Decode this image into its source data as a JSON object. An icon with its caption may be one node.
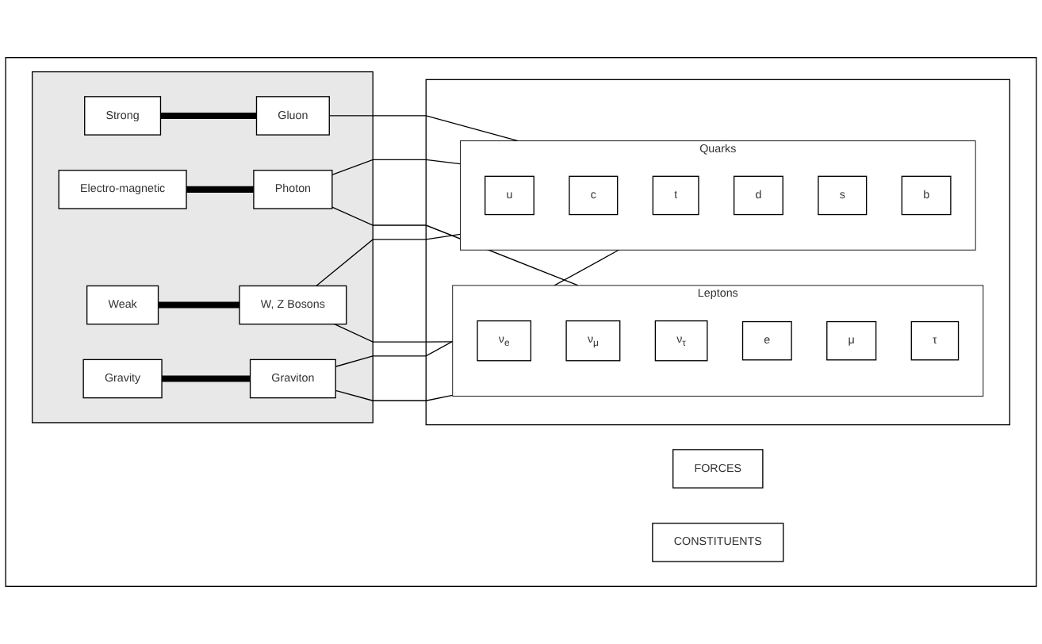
{
  "diagram": {
    "nodes": [
      {
        "text": [],
        "shape": "box"
      },
      {
        "text": [
          "FORCES"
        ],
        "in": 0
      },
      {
        "text": [
          "CONSTITUENTS"
        ],
        "in": 0
      },
      {
        "text": [],
        "shape": "box",
        "in": 0
      },
      {
        "text": [
          "Strong"
        ],
        "in": 3
      },
      {
        "text": [
          "Gluon"
        ],
        "in": 3
      },
      {
        "text": [
          "Electro-magnetic"
        ],
        "in": 3
      },
      {
        "text": [
          "Photon"
        ],
        "in": 3
      },
      {
        "text": [
          "Weak"
        ],
        "in": 3
      },
      {
        "text": [
          "W, Z Bosons"
        ],
        "in": 3
      },
      {
        "text": [
          "Gravity"
        ],
        "in": 3
      },
      {
        "text": [
          "Graviton"
        ],
        "in": 3
      },
      {
        "text": [],
        "shape": "box",
        "in": 0
      },
      {
        "text": [
          "Quarks"
        ],
        "in": 12
      },
      {
        "text": [
          "u"
        ],
        "in": 13
      },
      {
        "text": [
          "c"
        ],
        "in": 13
      },
      {
        "text": [
          "t"
        ],
        "in": 13
      },
      {
        "text": [
          "d"
        ],
        "in": 13
      },
      {
        "text": [
          "s"
        ],
        "in": 13
      },
      {
        "text": [
          "b"
        ],
        "in": 13
      },
      {
        "text": [
          "Leptons"
        ],
        "in": 12
      },
      {
        "text": [
          "ν$_{e}$"
        ],
        "in": 20
      },
      {
        "text": [
          "ν$_{μ}$"
        ],
        "in": 20
      },
      {
        "text": [
          "ν$_{τ}$"
        ],
        "in": 20
      },
      {
        "text": [
          "e"
        ],
        "in": 20
      },
      {
        "text": [
          "μ"
        ],
        "in": 20
      },
      {
        "text": [
          "τ"
        ],
        "in": 20
      }
    ],
    "edges": [
      {
        "from": 4,
        "to": 5,
        "arrow": "none",
        "style": "thick"
      },
      {
        "from": 6,
        "to": 7,
        "arrow": "none",
        "style": "thick"
      },
      {
        "from": 8,
        "to": 9,
        "arrow": "none",
        "style": "thick"
      },
      {
        "from": 10,
        "to": 11,
        "arrow": "none",
        "style": "thick"
      },
      {
        "from": 5,
        "to": 13,
        "arrow": "none"
      },
      {
        "from": 7,
        "to": 13,
        "arrow": "none"
      },
      {
        "from": 7,
        "to": 20,
        "arrow": "none"
      },
      {
        "from": 9,
        "to": 13,
        "arrow": "none"
      },
      {
        "from": 9,
        "to": 20,
        "arrow": "none"
      },
      {
        "from": 11,
        "to": 13,
        "arrow": "none"
      },
      {
        "from": 11,
        "to": 20,
        "arrow": "none"
      }
    ]
  }
}
